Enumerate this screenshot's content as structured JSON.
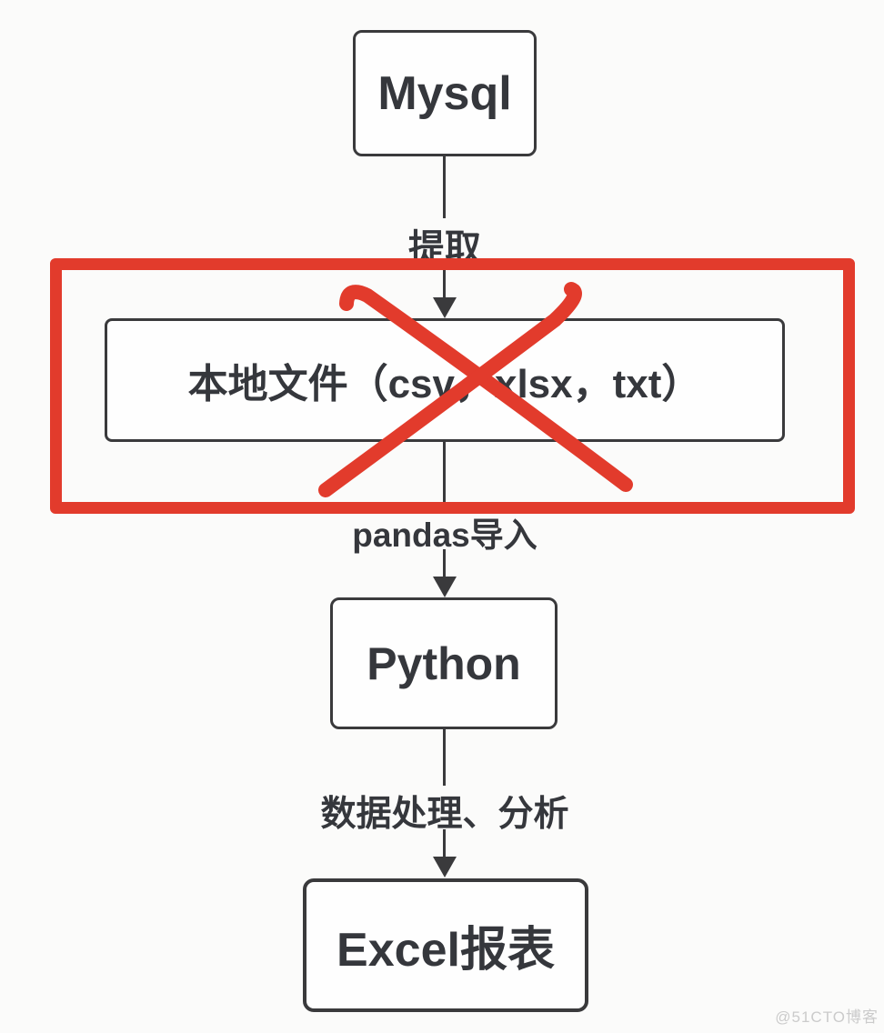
{
  "diagram": {
    "nodes": [
      {
        "id": "mysql",
        "label": "Mysql"
      },
      {
        "id": "local-files",
        "label": "本地文件（csv，xlsx，txt）"
      },
      {
        "id": "python",
        "label": "Python"
      },
      {
        "id": "excel",
        "label": "Excel报表"
      }
    ],
    "edges": [
      {
        "from": "mysql",
        "to": "local-files",
        "label": "提取"
      },
      {
        "from": "local-files",
        "to": "python",
        "label": "pandas导入"
      },
      {
        "from": "python",
        "to": "excel",
        "label": "数据处理、分析"
      }
    ],
    "annotations": {
      "crossout_target": "local-files",
      "highlight_box_target": "local-files"
    },
    "colors": {
      "annotation_red": "#e23b2c",
      "line_dark": "#3a3a3c",
      "text_dark": "#35373c",
      "background": "#fbfbfa"
    }
  },
  "watermark": {
    "text": "@51CTO博客"
  }
}
